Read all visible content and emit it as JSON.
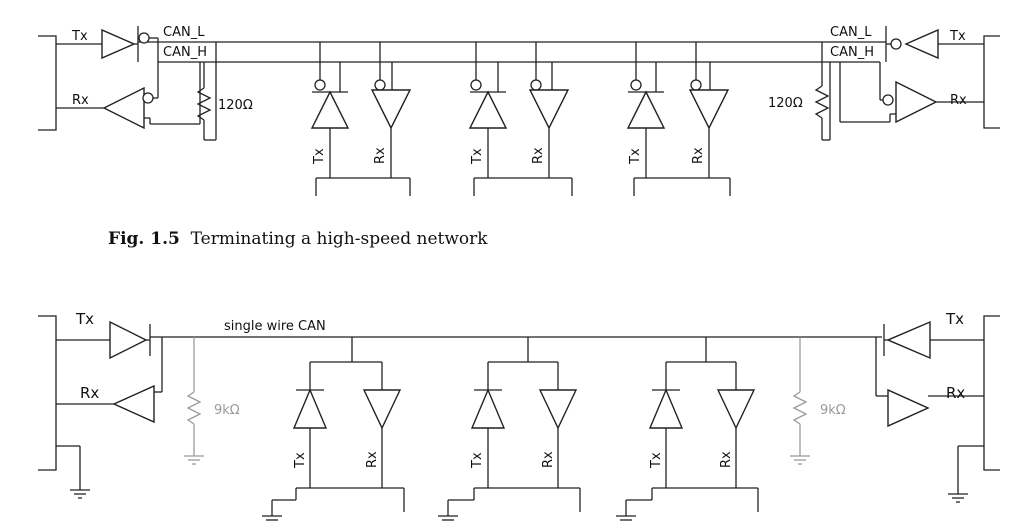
{
  "figure_top": {
    "left": {
      "tx": "Tx",
      "rx": "Rx",
      "can_l": "CAN_L",
      "can_h": "CAN_H",
      "resistor": "120Ω"
    },
    "right": {
      "tx": "Tx",
      "rx": "Rx",
      "can_l": "CAN_L",
      "can_h": "CAN_H",
      "resistor": "120Ω"
    },
    "nodes": [
      {
        "tx": "Tx",
        "rx": "Rx"
      },
      {
        "tx": "Tx",
        "rx": "Rx"
      },
      {
        "tx": "Tx",
        "rx": "Rx"
      }
    ],
    "caption": {
      "number": "Fig. 1.5",
      "text": "Terminating a high-speed network"
    }
  },
  "figure_bottom": {
    "bus_label": "single wire CAN",
    "left": {
      "tx": "Tx",
      "rx": "Rx",
      "resistor": "9kΩ"
    },
    "right": {
      "tx": "Tx",
      "rx": "Rx",
      "resistor": "9kΩ"
    },
    "nodes": [
      {
        "tx": "Tx",
        "rx": "Rx"
      },
      {
        "tx": "Tx",
        "rx": "Rx"
      },
      {
        "tx": "Tx",
        "rx": "Rx"
      }
    ]
  }
}
